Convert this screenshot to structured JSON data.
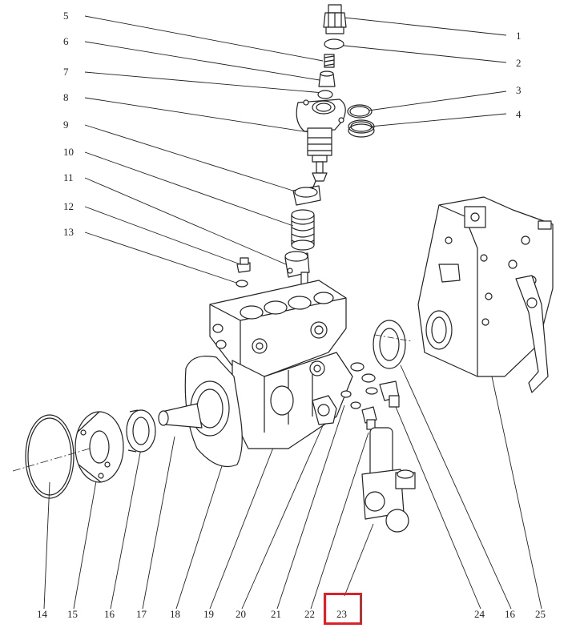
{
  "colors": {
    "ink": "#222222",
    "highlight": "#d9232a",
    "shade": "#bdbdbd"
  },
  "highlighted_callout": "23",
  "callouts": {
    "c1": "1",
    "c2": "2",
    "c3": "3",
    "c4": "4",
    "c5": "5",
    "c6": "6",
    "c7": "7",
    "c8": "8",
    "c9": "9",
    "c10": "10",
    "c11": "11",
    "c12": "12",
    "c13": "13",
    "c14": "14",
    "c15": "15",
    "c16a": "16",
    "c17": "17",
    "c18": "18",
    "c19": "19",
    "c20": "20",
    "c21": "21",
    "c22": "22",
    "c23": "23",
    "c24": "24",
    "c16b": "16",
    "c25": "25"
  }
}
